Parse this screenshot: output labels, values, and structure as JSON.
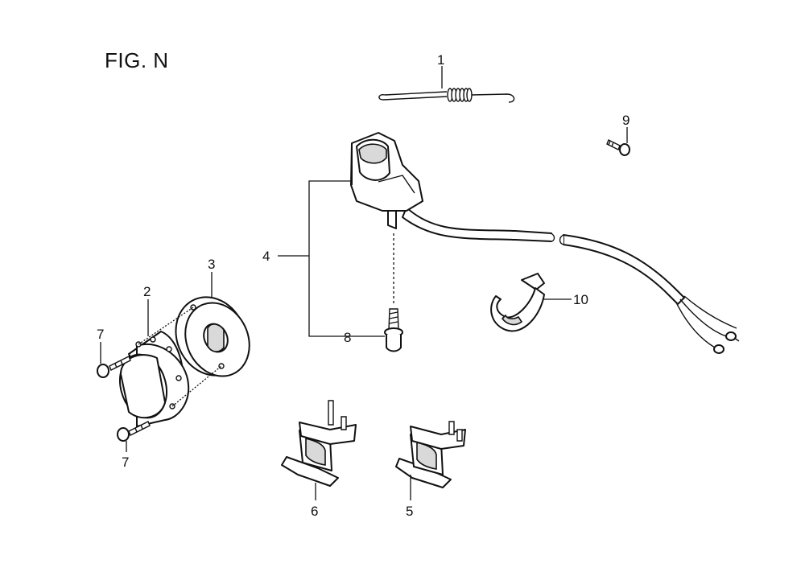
{
  "figure": {
    "title": "FIG. N"
  },
  "callouts": {
    "c1": "1",
    "c2": "2",
    "c3": "3",
    "c4": "4",
    "c5": "5",
    "c6": "6",
    "c7a": "7",
    "c7b": "7",
    "c8": "8",
    "c9": "9",
    "c10": "10"
  }
}
